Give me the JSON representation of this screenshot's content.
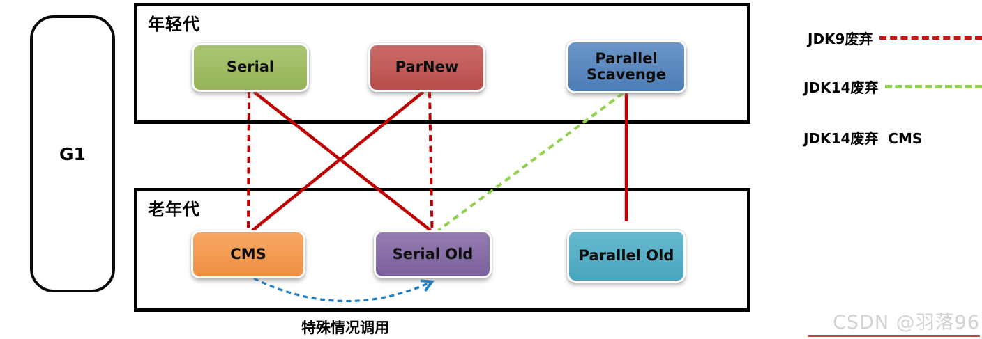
{
  "g1": {
    "label": "G1"
  },
  "regions": {
    "young": {
      "label": "年轻代"
    },
    "old": {
      "label": "老年代"
    }
  },
  "nodes": {
    "serial": {
      "label": "Serial",
      "color": "#9bbb59",
      "region": "young"
    },
    "parnew": {
      "label": "ParNew",
      "color": "#c0504d",
      "region": "young"
    },
    "parallel_scavenge": {
      "label": "Parallel Scavenge",
      "color": "#4f81bd",
      "region": "young"
    },
    "cms": {
      "label": "CMS",
      "color": "#f79646",
      "region": "old"
    },
    "serial_old": {
      "label": "Serial Old",
      "color": "#8064a2",
      "region": "old"
    },
    "parallel_old": {
      "label": "Parallel Old",
      "color": "#4bacc6",
      "region": "old"
    }
  },
  "edges": [
    {
      "from": "serial",
      "from_anchor": "bottom",
      "to": "cms",
      "to_anchor": "top",
      "shape": "straight",
      "line": "dashed",
      "color": "#c00000",
      "from_dx": -2,
      "to_dx": 0,
      "to_dy": 0,
      "arrow": false
    },
    {
      "from": "serial",
      "from_anchor": "bottom",
      "to": "serial_old",
      "to_anchor": "top",
      "shape": "straight",
      "line": "solid",
      "color": "#c00000",
      "from_dx": 5,
      "to_dx": -3,
      "to_dy": 0,
      "arrow": false
    },
    {
      "from": "parnew",
      "from_anchor": "bottom",
      "to": "cms",
      "to_anchor": "top",
      "shape": "straight",
      "line": "solid",
      "color": "#c00000",
      "from_dx": -5,
      "to_dx": 6,
      "to_dy": 0,
      "arrow": false
    },
    {
      "from": "parnew",
      "from_anchor": "bottom",
      "to": "serial_old",
      "to_anchor": "top",
      "shape": "straight",
      "line": "dashed",
      "color": "#c00000",
      "from_dx": 4,
      "to_dx": -1,
      "to_dy": 0,
      "arrow": false
    },
    {
      "from": "parallel_scavenge",
      "from_anchor": "bottom",
      "to": "serial_old",
      "to_anchor": "top",
      "shape": "straight",
      "line": "dashed",
      "color": "#92d050",
      "from_dx": -5,
      "to_dx": 8,
      "to_dy": 0,
      "arrow": false
    },
    {
      "from": "parallel_scavenge",
      "from_anchor": "bottom",
      "to": "parallel_old",
      "to_anchor": "top",
      "shape": "straight",
      "line": "solid",
      "color": "#c00000",
      "from_dx": 0,
      "to_dx": 0,
      "to_dy": -12,
      "arrow": false
    },
    {
      "from": "cms",
      "from_anchor": "bottom",
      "to": "serial_old",
      "to_anchor": "bottom",
      "shape": "arc",
      "line": "dashed",
      "color": "#1b7fc9",
      "from_dx": 8,
      "to_dx": -4,
      "to_dy": 6,
      "arrow": true
    }
  ],
  "legend": {
    "items": [
      {
        "label": "JDK9废弃",
        "line_style": "dashed",
        "line_color": "#cf1212"
      },
      {
        "label": "JDK14废弃",
        "line_style": "dashed",
        "line_color": "#92d050"
      },
      {
        "label": "JDK14废弃  CMS",
        "line_style": "none",
        "line_color": ""
      }
    ]
  },
  "caption": {
    "special_call": "特殊情况调用"
  },
  "watermark": {
    "text": "CSDN @羽落96"
  },
  "colors": {
    "connector_red": "#c00000",
    "jdk9_deprecated_dash": "#cf1212",
    "jdk14_deprecated_dash": "#92d050",
    "special_call_blue": "#1b7fc9",
    "region_border": "#000000",
    "watermark_gray": "#d3d3d3",
    "watermark_underline_red": "#b94a4a"
  }
}
